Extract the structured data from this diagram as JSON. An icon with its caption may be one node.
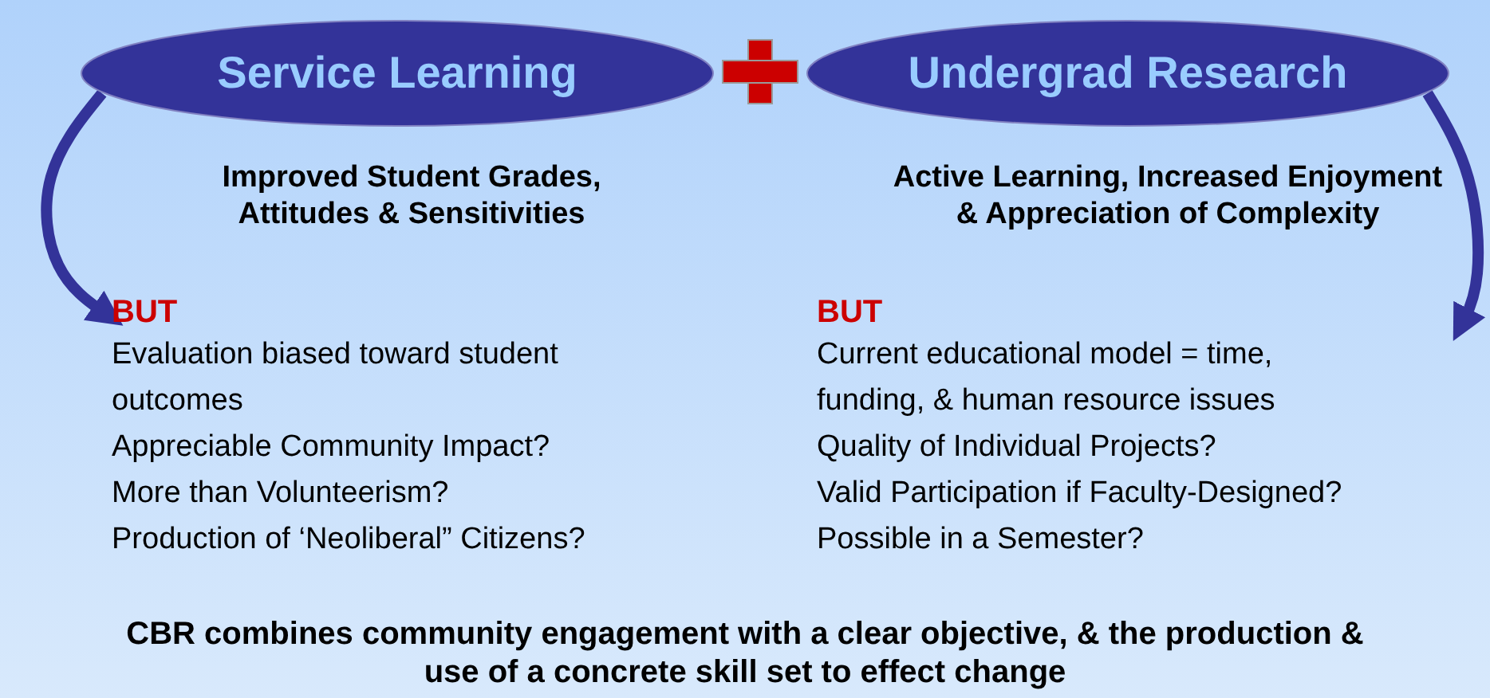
{
  "diagram": {
    "nodes": [
      {
        "text": [
          "Service Learning"
        ]
      },
      {
        "text": [
          "Undergrad Research"
        ]
      },
      {
        "text": [
          "BUT",
          "Evaluation biased toward student outcomes",
          "Appreciable Community Impact?",
          "More than Volunteerism?",
          "Production of ‘Neoliberal” Citizens?"
        ]
      },
      {
        "text": [
          "BUT",
          "Current educational model = time, funding, & human resource issues",
          "Quality of Individual Projects?",
          "Valid Participation if Faculty-Designed?",
          "Possible in a Semester?"
        ]
      }
    ],
    "edges": [
      {
        "from": 0,
        "to": 2,
        "arrow": "to"
      },
      {
        "from": 1,
        "to": 3,
        "arrow": "to"
      }
    ],
    "labels": [
      "Improved Student Grades, Attitudes & Sensitivities",
      "Active Learning, Increased Enjoyment & Appreciation of Complexity",
      "CBR combines community engagement with a clear objective, & the production & use of a concrete skill set to effect change"
    ]
  }
}
